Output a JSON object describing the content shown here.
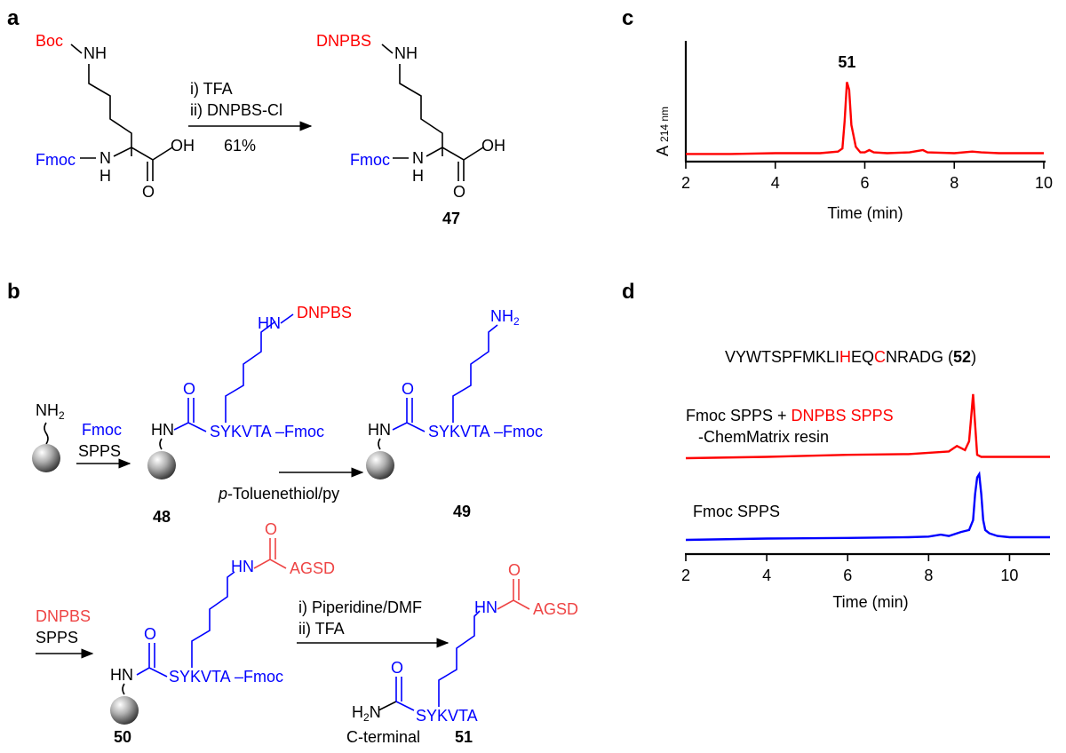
{
  "panels": {
    "a": "a",
    "b": "b",
    "c": "c",
    "d": "d"
  },
  "panel_a": {
    "sm_protect": "Boc",
    "nh": "NH",
    "fmoc": "Fmoc",
    "n": "N",
    "h": "H",
    "oh": "OH",
    "o": "O",
    "step1": "i) TFA",
    "step2": "ii) DNPBS-Cl",
    "yield": "61%",
    "prod_protect": "DNPBS",
    "product": "47"
  },
  "panel_b": {
    "nh2": "NH",
    "sub2": "2",
    "fmoc": "Fmoc",
    "spps": "SPPS",
    "hn": "HN",
    "o": "O",
    "peptide": "SYKVTA",
    "fmoc_end": "–Fmoc",
    "dnpbs": "DNPBS",
    "hn_side": "HN",
    "deprotect": "p-Toluenethiol/py",
    "c48": "48",
    "c49": "49",
    "dnpbs_spps": "DNPBS",
    "agsd": "AGSD",
    "c50": "50",
    "cleave1": "i) Piperidine/DMF",
    "cleave2": "ii) TFA",
    "h2n": "H",
    "peptide2": "SYKVTA",
    "cterm": "C-terminal",
    "c51": "51"
  },
  "chart_data": [
    {
      "type": "line",
      "panel": "c",
      "ylabel": "A",
      "ylabel_sub": "214 nm",
      "xlabel": "Time (min)",
      "xlim": [
        2,
        10
      ],
      "xticks": [
        2,
        4,
        6,
        8,
        10
      ],
      "annotations": [
        {
          "text": "51",
          "x": 5.6
        }
      ],
      "series": [
        {
          "color": "#ff0000",
          "x": [
            2.0,
            3.0,
            4.0,
            5.0,
            5.4,
            5.5,
            5.55,
            5.6,
            5.65,
            5.7,
            5.8,
            5.9,
            6.0,
            6.1,
            6.2,
            6.5,
            7.0,
            7.2,
            7.3,
            7.4,
            8.0,
            8.4,
            8.6,
            9.0,
            10.0
          ],
          "y": [
            0.03,
            0.03,
            0.04,
            0.04,
            0.06,
            0.1,
            0.45,
            0.95,
            0.85,
            0.4,
            0.12,
            0.05,
            0.05,
            0.08,
            0.05,
            0.04,
            0.05,
            0.07,
            0.08,
            0.05,
            0.04,
            0.06,
            0.05,
            0.04,
            0.04
          ]
        }
      ]
    },
    {
      "type": "line",
      "panel": "d",
      "title_before": "VYWTSPFMKLI",
      "title_h": "H",
      "title_mid": "EQ",
      "title_c": "C",
      "title_after": "NRADG (",
      "title_num": "52",
      "title_close": ")",
      "xlabel": "Time (min)",
      "xlim": [
        2,
        11
      ],
      "xticks": [
        2,
        4,
        6,
        8,
        10
      ],
      "series": [
        {
          "name_part1": "Fmoc SPPS + ",
          "name_part2": "DNPBS SPPS",
          "name_line2": "-ChemMatrix resin",
          "color": "#ff0000",
          "x": [
            2.0,
            4.0,
            6.0,
            7.5,
            8.0,
            8.5,
            8.7,
            8.8,
            8.9,
            9.0,
            9.05,
            9.1,
            9.15,
            9.2,
            9.3,
            9.5,
            10.0,
            11.0
          ],
          "y": [
            0.0,
            0.02,
            0.05,
            0.06,
            0.08,
            0.1,
            0.18,
            0.15,
            0.12,
            0.25,
            0.6,
            0.95,
            0.5,
            0.05,
            0.02,
            0.02,
            0.02,
            0.02
          ]
        },
        {
          "name": "Fmoc SPPS",
          "color": "#0000ff",
          "x": [
            2.0,
            4.0,
            6.0,
            7.5,
            8.0,
            8.3,
            8.5,
            8.8,
            9.0,
            9.1,
            9.15,
            9.2,
            9.25,
            9.3,
            9.35,
            9.4,
            9.5,
            9.7,
            10.0,
            11.0
          ],
          "y": [
            0.0,
            0.02,
            0.03,
            0.04,
            0.05,
            0.08,
            0.06,
            0.12,
            0.15,
            0.3,
            0.7,
            0.95,
            1.0,
            0.7,
            0.3,
            0.15,
            0.1,
            0.06,
            0.04,
            0.04
          ]
        }
      ]
    }
  ]
}
